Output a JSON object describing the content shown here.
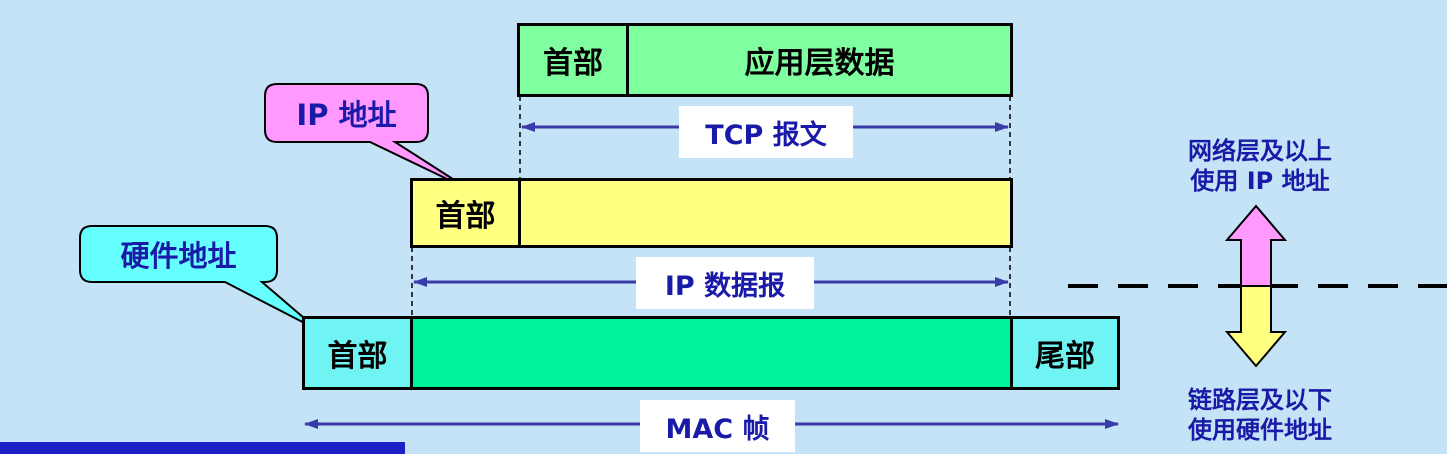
{
  "tcp_segment": {
    "header": "首部",
    "data": "应用层数据",
    "span_label": "TCP 报文"
  },
  "ip_datagram": {
    "header": "首部",
    "span_label": "IP 数据报",
    "address_callout": "IP 地址"
  },
  "mac_frame": {
    "header": "首部",
    "trailer": "尾部",
    "span_label": "MAC 帧",
    "address_callout": "硬件地址"
  },
  "layers": {
    "upper": [
      "网络层及以上",
      "使用 IP 地址"
    ],
    "lower": [
      "链路层及以下",
      "使用硬件地址"
    ]
  },
  "colors": {
    "background": "#c5e3f7",
    "tcp_fill": "#7fff9f",
    "ip_fill": "#ffff80",
    "mac_fill": "#00f29a",
    "mac_header_fill": "#6ff3f3",
    "callout_ip": "#ff99ff",
    "callout_hw": "#66ffff",
    "text_blue": "#1a1aa8",
    "arrow_line": "#3a3aa8",
    "arrow_up": "#ff99ff",
    "arrow_down": "#ffff80"
  }
}
